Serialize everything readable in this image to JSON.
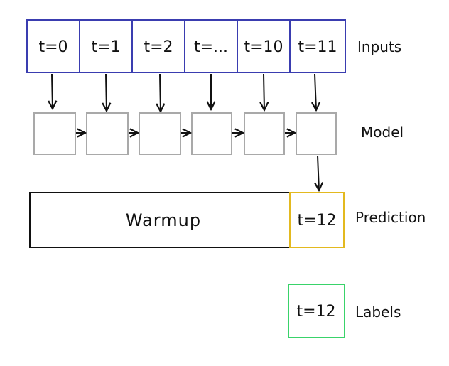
{
  "inputs": {
    "items": [
      "t=0",
      "t=1",
      "t=2",
      "t=...",
      "t=10",
      "t=11"
    ],
    "label": "Inputs",
    "color": "#3a3db0"
  },
  "model": {
    "label": "Model",
    "color": "#a9a9a9"
  },
  "prediction": {
    "warmup_label": "Warmup",
    "item": "t=12",
    "label": "Prediction",
    "color": "#e3b91f"
  },
  "labels": {
    "item": "t=12",
    "label": "Labels",
    "color": "#39d36a"
  }
}
